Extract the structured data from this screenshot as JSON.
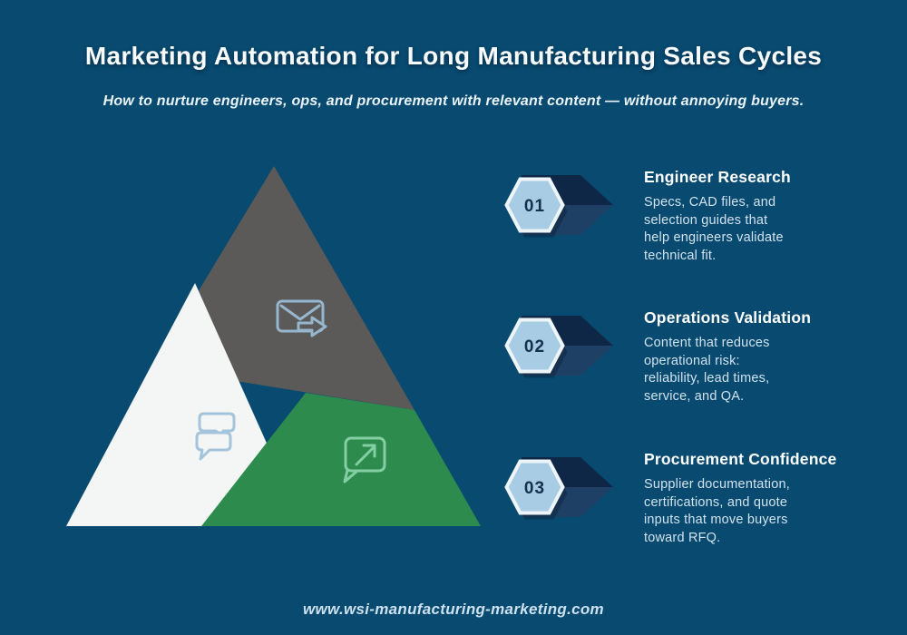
{
  "header": {
    "title": "Marketing Automation for Long Manufacturing Sales Cycles",
    "subtitle": "How to nurture engineers, ops, and procurement with relevant content — without annoying buyers."
  },
  "pyramid": {
    "segments": [
      {
        "icon": "envelope-send-icon",
        "color": "#5b5a58"
      },
      {
        "icon": "chat-bubbles-icon",
        "color": "#f4f6f5"
      },
      {
        "icon": "share-message-icon",
        "color": "#2e8b4e"
      }
    ]
  },
  "steps": [
    {
      "number": "01",
      "title": "Engineer Research",
      "description": [
        "Specs, CAD files, and",
        "selection guides that",
        "help engineers validate",
        "technical fit."
      ]
    },
    {
      "number": "02",
      "title": "Operations Validation",
      "description": [
        "Content that reduces",
        "operational risk:",
        "reliability, lead times,",
        "service, and QA."
      ]
    },
    {
      "number": "03",
      "title": "Procurement Confidence",
      "description": [
        "Supplier documentation,",
        "certifications, and quote",
        "inputs that move buyers",
        "toward RFQ."
      ]
    }
  ],
  "footer": {
    "website": "www.wsi-manufacturing-marketing.com"
  },
  "colors": {
    "background": "#084a70",
    "arrow_navy_dark": "#0e2746",
    "arrow_navy_light": "#1e4065",
    "hexagon_fill": "#a8cce3",
    "hexagon_border": "#eef5f9",
    "heading_text": "#ffffff",
    "body_text": "#d2e2ee",
    "gray_triangle": "#5b5a58",
    "white_triangle": "#f4f6f5",
    "green_triangle": "#2e8b4e"
  }
}
